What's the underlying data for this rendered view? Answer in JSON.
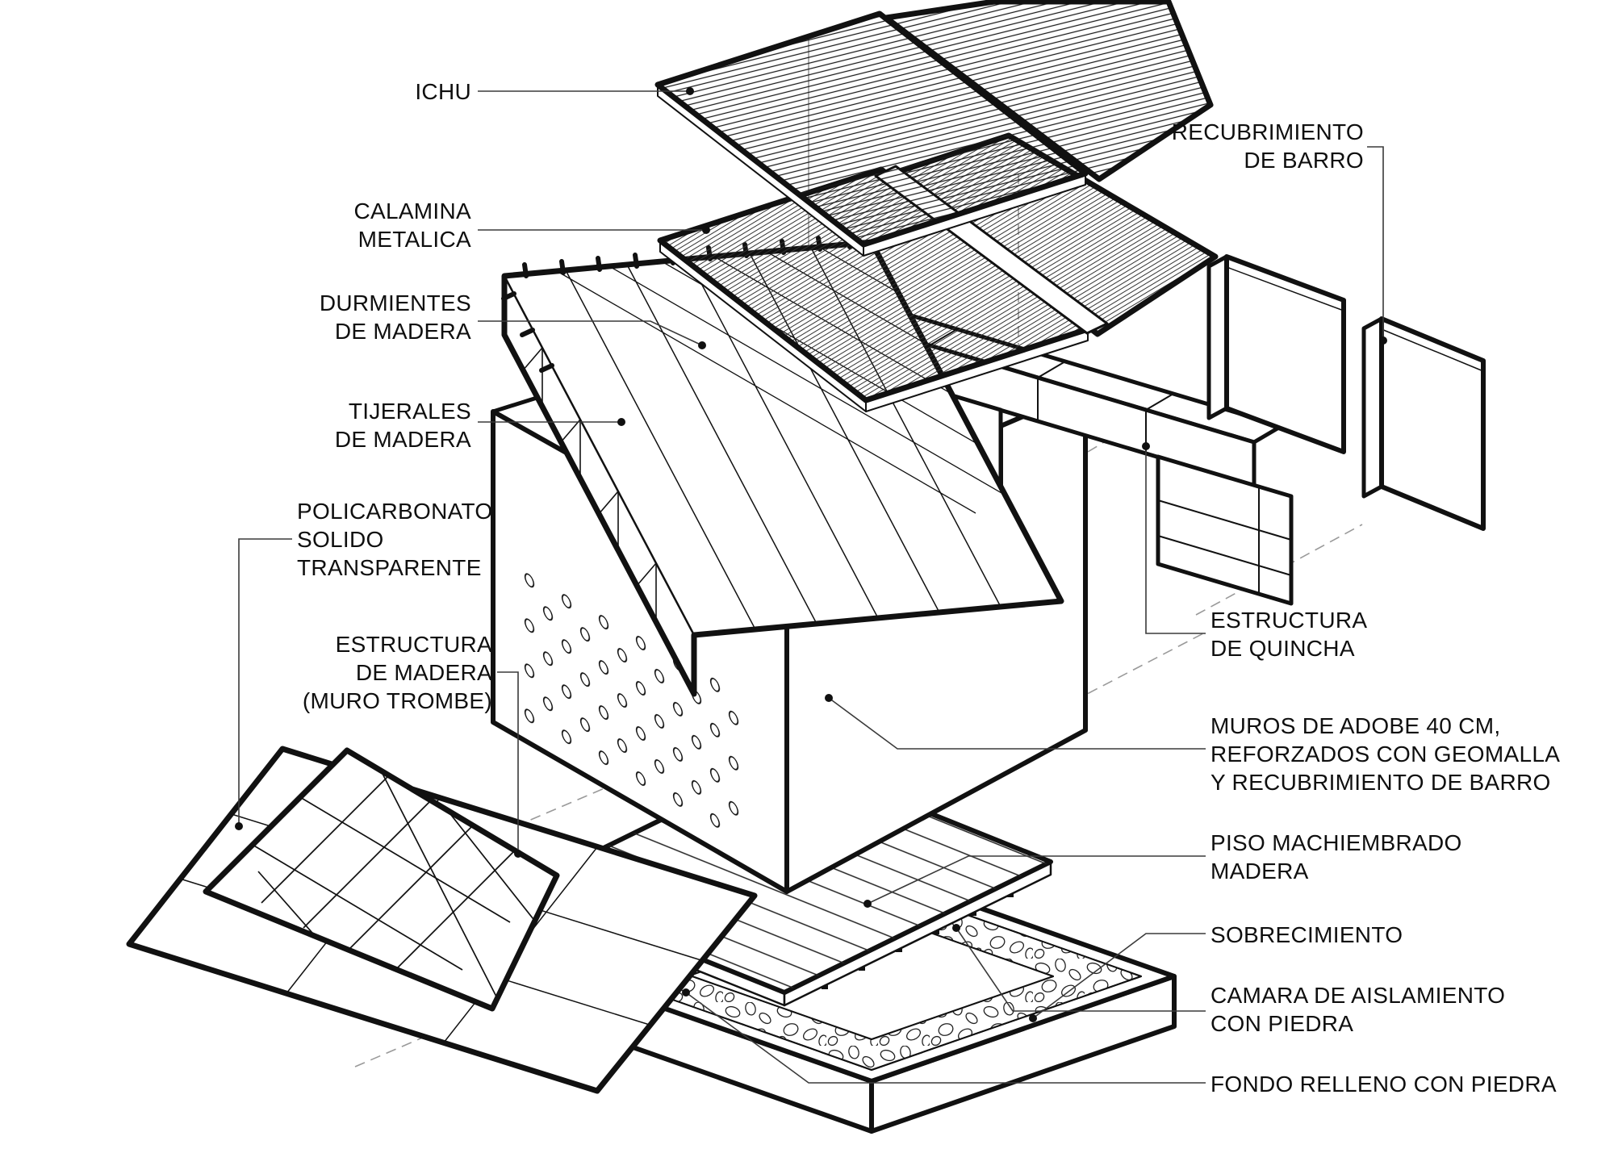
{
  "diagram": {
    "kind": "exploded axonometric construction detail",
    "language": "es"
  },
  "labels": {
    "ichu": "ICHU",
    "calamina": "CALAMINA\nMETALICA",
    "durmientes": "DURMIENTES\nDE MADERA",
    "tijerales": "TIJERALES\nDE MADERA",
    "policarbonato": "POLICARBONATO\nSOLIDO\nTRANSPARENTE",
    "estructura_madera": "ESTRUCTURA\nDE MADERA\n(MURO TROMBE)",
    "recubrimiento_barro": "RECUBRIMIENTO\nDE BARRO",
    "estructura_quincha": "ESTRUCTURA\nDE QUINCHA",
    "muros_adobe": "MUROS DE ADOBE 40 CM,\nREFORZADOS CON GEOMALLA\nY RECUBRIMIENTO DE BARRO",
    "piso": "PISO MACHIEMBRADO\nMADERA",
    "sobrecimiento": "SOBRECIMIENTO",
    "camara": "CAMARA DE AISLAMIENTO\nCON PIEDRA",
    "fondo": "FONDO RELLENO CON PIEDRA"
  },
  "colors": {
    "ink": "#111111",
    "leader": "#3a3a3a",
    "dashed_guide": "#9a9a9a",
    "background": "#ffffff"
  }
}
